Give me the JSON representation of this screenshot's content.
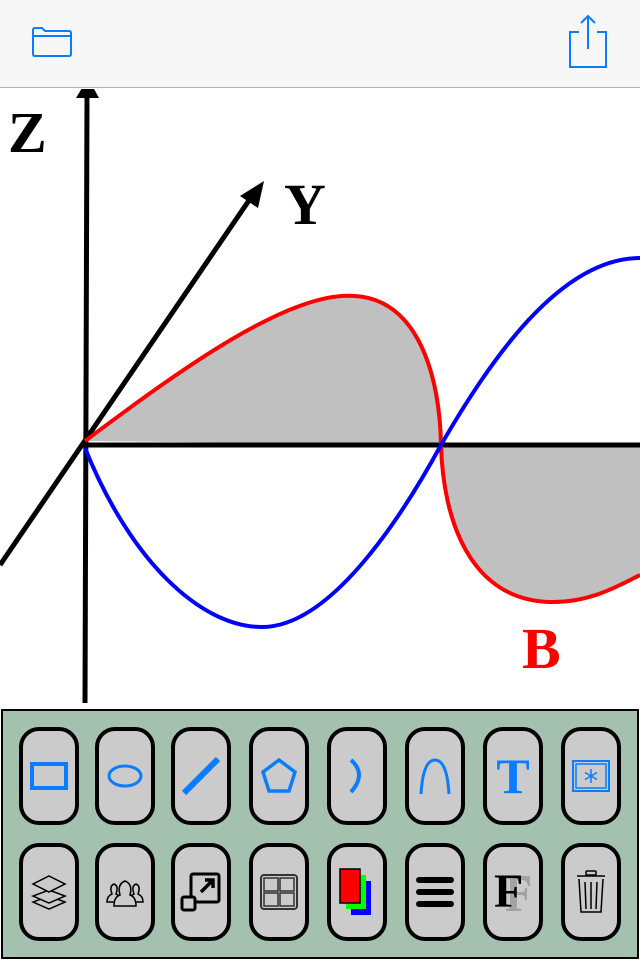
{
  "toolbar_top": {
    "open_icon": "folder-icon",
    "share_icon": "share-icon"
  },
  "canvas": {
    "axis_z_label": "Z",
    "axis_y_label": "Y",
    "curve_label": "B",
    "colors": {
      "curve_red": "#ff0000",
      "curve_blue": "#0000ff",
      "fill": "#c0c0c0",
      "axis": "#000000"
    }
  },
  "tools": {
    "text_glyph": "T",
    "font_glyph": "F",
    "accent": "#0a7cff",
    "panel_bg": "#a4c0ae",
    "button_bg": "#cbcbcb"
  }
}
